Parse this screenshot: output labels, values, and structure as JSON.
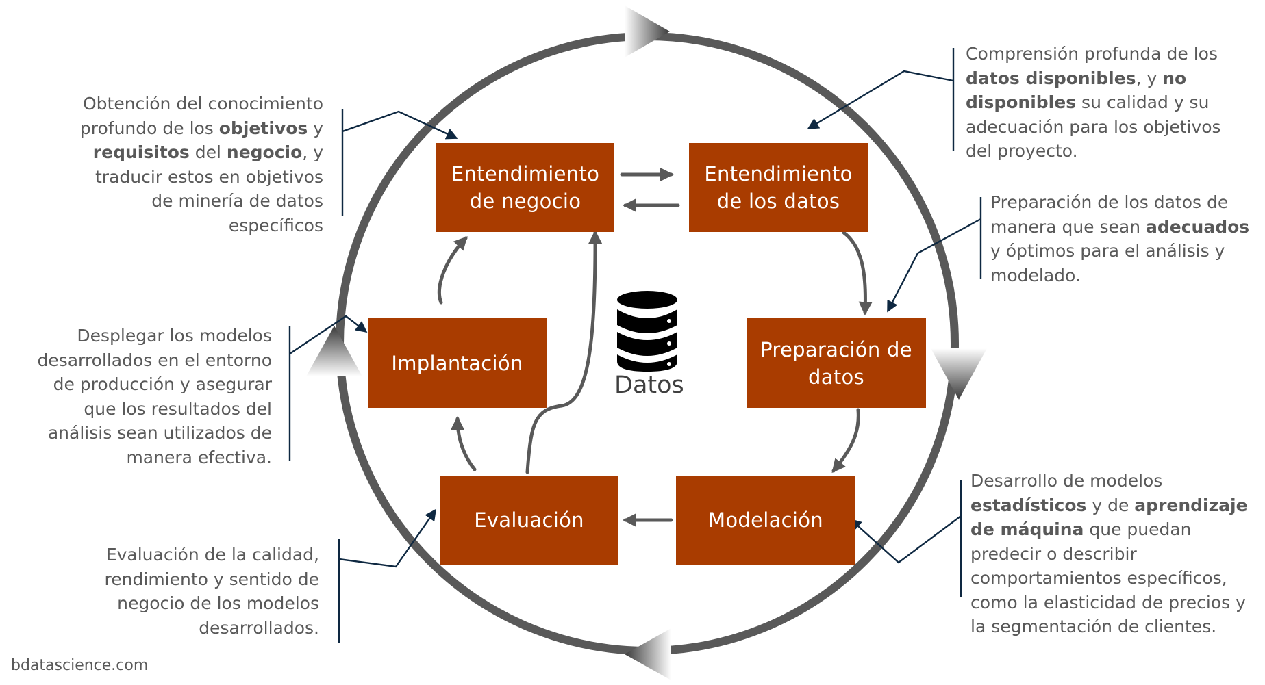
{
  "center": {
    "label": "Datos",
    "icon": "database-icon"
  },
  "footer": "bdatascience.com",
  "colors": {
    "box": "#A93C00",
    "ring": "#595959",
    "connector": "#0E2841",
    "text": "#595959"
  },
  "phases": {
    "business": "Entendimiento\nde negocio",
    "data": "Entendimiento\nde los datos",
    "prep": "Preparación de\ndatos",
    "model": "Modelación",
    "eval": "Evaluación",
    "deploy": "Implantación"
  },
  "notes": {
    "business": {
      "t1": "Obtención del conocimiento profundo de los ",
      "b1": "objetivos",
      "t2": " y ",
      "b2": "requisitos",
      "t3": " del ",
      "b3": "negocio",
      "t4": ", y traducir estos en objetivos de minería de datos específicos"
    },
    "data": {
      "t1": "Comprensión profunda de los ",
      "b1": "datos disponibles",
      "t2": ", y ",
      "b2": "no disponibles",
      "t3": " su calidad y su adecuación para los objetivos del proyecto."
    },
    "prep": {
      "t1": "Preparación de los datos de manera que sean ",
      "b1": "adecuados",
      "t2": " y óptimos para el análisis y modelado."
    },
    "deploy": {
      "t1": "Desplegar  los modelos desarrollados en el entorno de producción y asegurar que los resultados del análisis sean utilizados de manera efectiva."
    },
    "eval": {
      "t1": "Evaluación de la calidad, rendimiento y sentido de negocio de los modelos desarrollados."
    },
    "model": {
      "t1": "Desarrollo de modelos ",
      "b1": "estadísticos",
      "t2": " y de ",
      "b2": "aprendizaje de máquina",
      "t3": " que puedan predecir o describir comportamientos específicos, como la elasticidad de precios y la segmentación de clientes."
    }
  }
}
